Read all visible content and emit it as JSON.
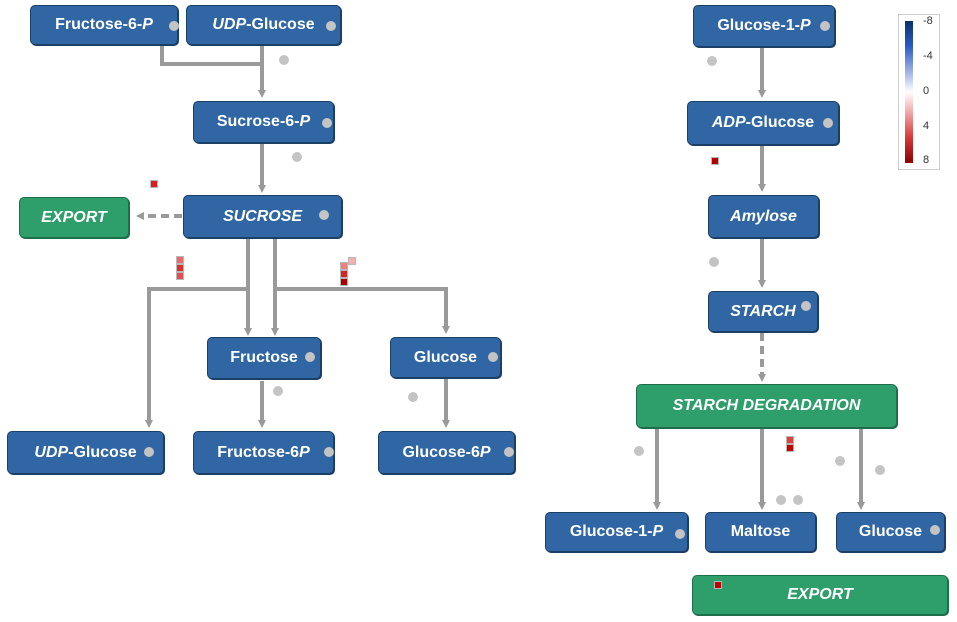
{
  "nodes": {
    "fructose6p_top": {
      "pre": "Fructose-6-",
      "it": "P"
    },
    "udp_glucose_top": {
      "it": "UDP",
      "post": "-Glucose"
    },
    "sucrose6p": {
      "pre": "Sucrose-6-",
      "it": "P"
    },
    "sucrose": {
      "label": "SUCROSE"
    },
    "export_left": {
      "label": "EXPORT"
    },
    "fructose": {
      "label": "Fructose"
    },
    "glucose_left": {
      "label": "Glucose"
    },
    "udp_glucose_bottom": {
      "it": "UDP",
      "post": "-Glucose"
    },
    "fructose6p_bottom": {
      "pre": "Fructose-6",
      "it": "P"
    },
    "glucose6p": {
      "pre": "Glucose-6",
      "it": "P"
    },
    "glucose1p_top": {
      "pre": "Glucose-1-",
      "it": "P"
    },
    "adp_glucose": {
      "it": "ADP",
      "post": "-Glucose"
    },
    "amylose": {
      "label": "Amylose"
    },
    "starch": {
      "label": "STARCH"
    },
    "starch_degradation": {
      "label": "STARCH DEGRADATION"
    },
    "glucose1p_bottom": {
      "pre": "Glucose-1-",
      "it": "P"
    },
    "maltose": {
      "label": "Maltose"
    },
    "glucose_right": {
      "label": "Glucose"
    },
    "export_right": {
      "label": "EXPORT"
    }
  },
  "legend": {
    "ticks": [
      "-8",
      "-4",
      "0",
      "4",
      "8"
    ],
    "colors": {
      "high_negative": "#08306b",
      "zero": "#ffffff",
      "high_positive": "#8b0000"
    }
  },
  "colors": {
    "node_blue": "#2f66a3",
    "node_green": "#2e9e6b",
    "arrow_gray": "#9a9a9a",
    "dot_gray": "#c4c4c4"
  }
}
